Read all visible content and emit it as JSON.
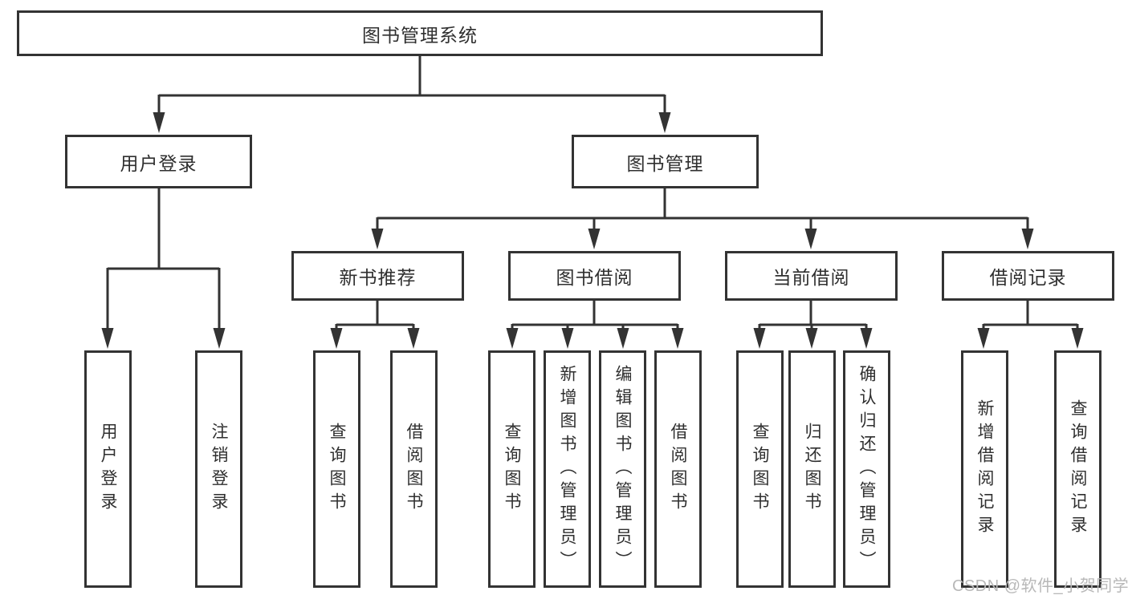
{
  "tree": {
    "root": "图书管理系统",
    "branches": [
      {
        "label": "用户登录",
        "children": [
          "用户登录",
          "注销登录"
        ]
      },
      {
        "label": "图书管理",
        "sections": [
          {
            "label": "新书推荐",
            "children": [
              "查询图书",
              "借阅图书"
            ]
          },
          {
            "label": "图书借阅",
            "children": [
              "查询图书",
              "新增图书（管理员）",
              "编辑图书（管理员）",
              "借阅图书"
            ]
          },
          {
            "label": "当前借阅",
            "children": [
              "查询图书",
              "归还图书",
              "确认归还（管理员）"
            ]
          },
          {
            "label": "借阅记录",
            "children": [
              "新增借阅记录",
              "查询借阅记录"
            ]
          }
        ]
      }
    ]
  },
  "watermark": {
    "text": "CSDN @软件_小贺同学"
  },
  "colors": {
    "line": "#333333",
    "box_border": "#333333",
    "text": "#2f2f2f",
    "watermark": "#b8b8b8",
    "background": "#ffffff"
  }
}
